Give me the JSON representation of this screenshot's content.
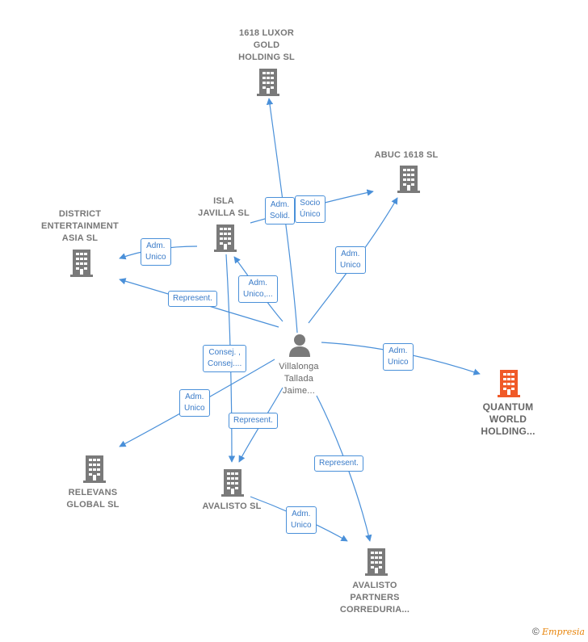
{
  "nodes": {
    "luxor": {
      "label": "1618 LUXOR\nGOLD\nHOLDING  SL"
    },
    "abuc": {
      "label": "ABUC 1618  SL"
    },
    "isla": {
      "label": "ISLA\nJAVILLA  SL"
    },
    "district": {
      "label": "DISTRICT\nENTERTAINMENT\nASIA  SL"
    },
    "quantum": {
      "label": "QUANTUM\nWORLD\nHOLDING..."
    },
    "relevans": {
      "label": "RELEVANS\nGLOBAL  SL"
    },
    "avalisto": {
      "label": "AVALISTO  SL"
    },
    "avalisto_partners": {
      "label": "AVALISTO\nPARTNERS\nCORREDURIA..."
    },
    "person": {
      "label": "Villalonga\nTallada\nJaime..."
    }
  },
  "edge_labels": {
    "adm_solid": "Adm.\nSolid.",
    "socio_unico": "Socio\nÚnico",
    "adm_unico_district": "Adm.\nUnico",
    "adm_unico_isla": "Adm.\nUnico,...",
    "represent_district": "Represent.",
    "adm_unico_abuc": "Adm.\nUnico",
    "adm_unico_quantum": "Adm.\nUnico",
    "consej": "Consej. ,\nConsej....",
    "adm_unico_relevans": "Adm.\nUnico",
    "represent_avalisto": "Represent.",
    "represent_partners": "Represent.",
    "adm_unico_partners": "Adm.\nUnico"
  },
  "colors": {
    "edge": "#4a90d9",
    "building": "#7a7a7a",
    "building_accent": "#f05a28",
    "person": "#7a7a7a"
  },
  "footer": {
    "copyright": "©",
    "brand": "Empresia"
  }
}
